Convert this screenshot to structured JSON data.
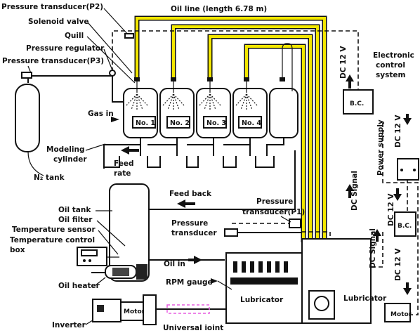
{
  "labels": {
    "p2": "Pressure transducer(P2)",
    "solenoid": "Solenoid valve",
    "quill": "Quill",
    "regulator": "Pressure regulator",
    "p3": "Pressure transducer(P3)",
    "oil_line": "Oil line (length 6.78 m)",
    "gas_in": "Gas in",
    "modeling": "Modeling",
    "cylinder": "cylinder",
    "feed": "Feed",
    "rate": "rate",
    "n2": "N₂ tank",
    "feed_back": "Feed back",
    "oil_tank": "Oil tank",
    "oil_filter": "Oil filter",
    "temp_sensor": "Temperature sensor",
    "temp_control": "Temperature control",
    "box": "box",
    "oil_heater": "Oil heater",
    "inverter": "Inverter",
    "universal": "Universal joint",
    "rpm": "RPM gauge",
    "pt_p1_a": "Pressure",
    "pt_p1_b": "transducer(P1)",
    "pt_a": "Pressure",
    "pt_b": "transducer",
    "oil_in": "Oil in",
    "lubricator": "Lubricator",
    "lubricator2": "Lubricator",
    "electronic": "Electronic",
    "control": "control",
    "system": "system",
    "dc12_1": "DC 12 V",
    "dc12_2": "DC 12 V",
    "dc12_3": "DC 12 V",
    "dc12_4": "DC 12 V",
    "dc_signal_1": "DC Signal",
    "dc_signal_2": "DC Signal",
    "power_supply": "Power supply",
    "bc1": "B.C.",
    "bc2": "B.C.",
    "motor": "Motor",
    "motor2": "Motor",
    "cylinders": [
      "No. 1",
      "No. 2",
      "No. 3",
      "No. 4"
    ]
  },
  "colors": {
    "oil_line": "#f2e600",
    "line": "#111111",
    "temperature_line": "#e75fe0"
  }
}
